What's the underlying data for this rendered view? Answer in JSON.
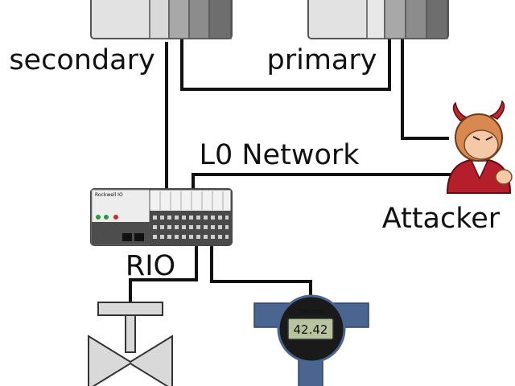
{
  "labels": {
    "secondary": "secondary",
    "primary": "primary",
    "network": "L0 Network",
    "attacker": "Attacker",
    "rio": "RIO",
    "rio_brand": "Rockwell IO",
    "sensor_title": "Sensor",
    "sensor_value": "42.42"
  },
  "colors": {
    "plc_body": "#e2e2e2",
    "plc_module_light": "#d0d0d0",
    "plc_module_mid": "#a8a8a8",
    "plc_module_dark": "#6e6e6e",
    "rio_dark": "#4d4d4d",
    "led_green": "#1e9e3a",
    "led_red": "#d12a2a",
    "valve": "#d9d9d9",
    "sensor_blue": "#4a6590",
    "sensor_screen": "#b8c4a0",
    "attacker_shirt": "#b51f2c",
    "attacker_skin": "#f3c9a7",
    "attacker_hair": "#d9884f"
  },
  "icons": {
    "secondary_plc": "plc-rack-icon",
    "primary_plc": "plc-rack-icon",
    "rio": "remote-io-icon",
    "valve": "valve-icon",
    "sensor": "sensor-icon",
    "attacker": "devil-attacker-icon"
  }
}
